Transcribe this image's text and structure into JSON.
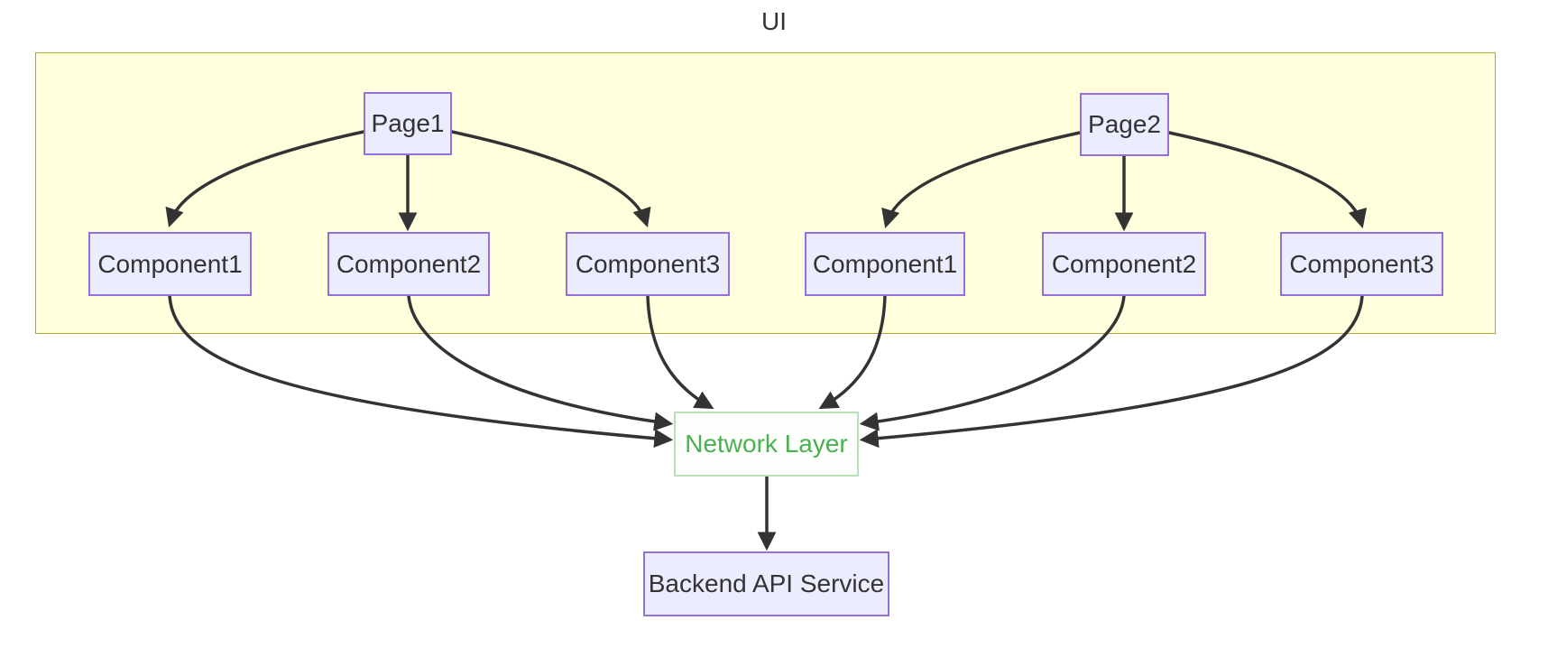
{
  "cluster": {
    "label": "UI"
  },
  "nodes": {
    "page1": {
      "label": "Page1"
    },
    "page2": {
      "label": "Page2"
    },
    "p1_comp1": {
      "label": "Component1"
    },
    "p1_comp2": {
      "label": "Component2"
    },
    "p1_comp3": {
      "label": "Component3"
    },
    "p2_comp1": {
      "label": "Component1"
    },
    "p2_comp2": {
      "label": "Component2"
    },
    "p2_comp3": {
      "label": "Component3"
    },
    "network": {
      "label": "Network Layer"
    },
    "backend": {
      "label": "Backend API Service"
    }
  },
  "edges": [
    {
      "from": "page1",
      "to": "p1_comp1"
    },
    {
      "from": "page1",
      "to": "p1_comp2"
    },
    {
      "from": "page1",
      "to": "p1_comp3"
    },
    {
      "from": "page2",
      "to": "p2_comp1"
    },
    {
      "from": "page2",
      "to": "p2_comp2"
    },
    {
      "from": "page2",
      "to": "p2_comp3"
    },
    {
      "from": "p1_comp1",
      "to": "network"
    },
    {
      "from": "p1_comp2",
      "to": "network"
    },
    {
      "from": "p1_comp3",
      "to": "network"
    },
    {
      "from": "p2_comp1",
      "to": "network"
    },
    {
      "from": "p2_comp2",
      "to": "network"
    },
    {
      "from": "p2_comp3",
      "to": "network"
    },
    {
      "from": "network",
      "to": "backend"
    }
  ],
  "colors": {
    "cluster_fill": "#ffffde",
    "cluster_border": "#aaaa33",
    "node_fill": "#ececff",
    "node_border": "#9370db",
    "node_text": "#333333",
    "network_fill": "#fdfffd",
    "network_border": "#b9e0b9",
    "network_text": "#4caf50",
    "edge_stroke": "#333333",
    "background": "#ffffff"
  }
}
